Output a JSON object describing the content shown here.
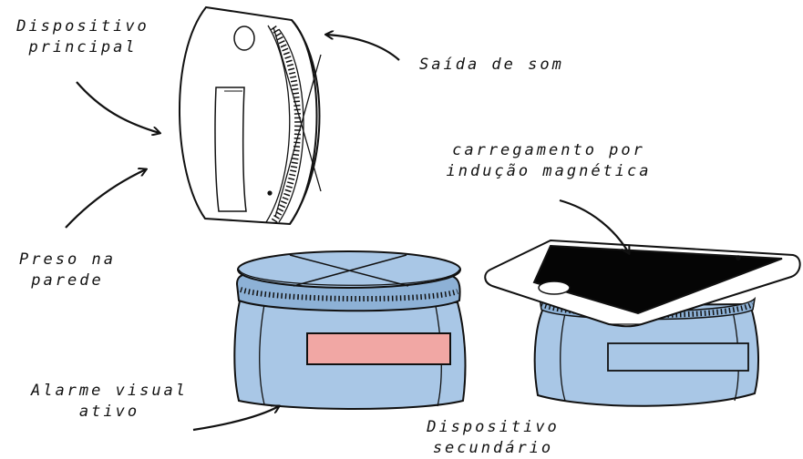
{
  "labels": {
    "main_device": [
      "Dispositivo",
      "principal"
    ],
    "sound_output": "Saída de som",
    "charging": [
      "carregamento por",
      "indução magnética"
    ],
    "wall_mounted": [
      "Preso na",
      "parede"
    ],
    "visual_alarm": [
      "Alarme visual",
      "ativo"
    ],
    "secondary_device": [
      "Dispositivo",
      "secundário"
    ]
  },
  "colors": {
    "ink": "#111111",
    "body_blue": "#a9c7e6",
    "body_blue_dark": "#8db1d6",
    "alarm_pink": "#f1a7a4",
    "screen": "#050505",
    "paper": "#ffffff"
  },
  "icons": [
    "arrow-icon",
    "phone-icon"
  ]
}
